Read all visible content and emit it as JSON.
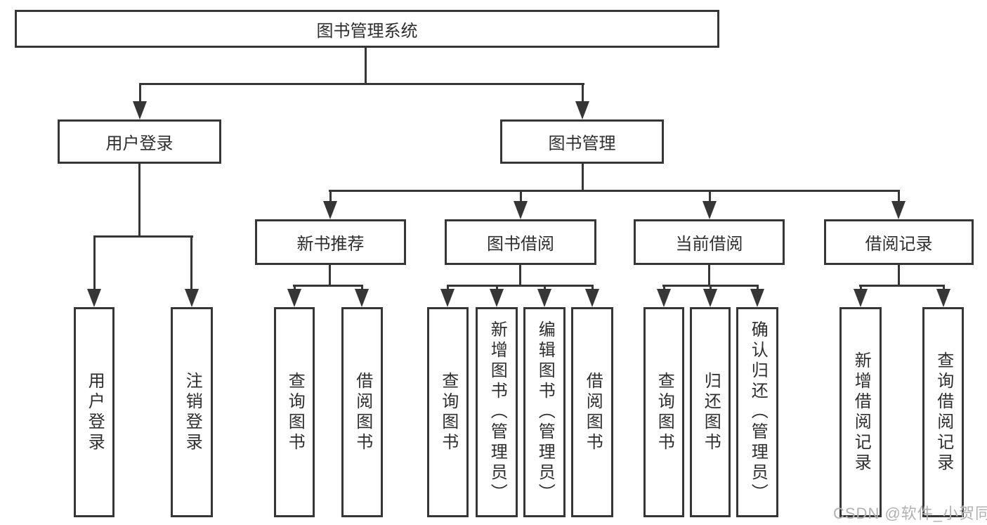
{
  "diagram": {
    "title_node_is_root": true,
    "root": {
      "label": "图书管理系统"
    },
    "level2": [
      {
        "label": "用户登录"
      },
      {
        "label": "图书管理"
      }
    ],
    "level3": [
      {
        "label": "新书推荐"
      },
      {
        "label": "图书借阅"
      },
      {
        "label": "当前借阅"
      },
      {
        "label": "借阅记录"
      }
    ],
    "leaves": {
      "login": [
        "用户登录",
        "注销登录"
      ],
      "recommend": [
        "查询图书",
        "借阅图书"
      ],
      "borrow": [
        "查询图书",
        "新增图书（管理员）",
        "编辑图书（管理员）",
        "借阅图书"
      ],
      "current": [
        "查询图书",
        "归还图书",
        "确认归还（管理员）"
      ],
      "records": [
        "新增借阅记录",
        "查询借阅记录"
      ]
    }
  },
  "watermark": {
    "text": "CSDN @软件_小贺同学",
    "color": "#b1b1b1"
  },
  "colors": {
    "line": "#363636",
    "box_border": "#363636",
    "text": "#2e2e2e",
    "background": "#ffffff"
  }
}
